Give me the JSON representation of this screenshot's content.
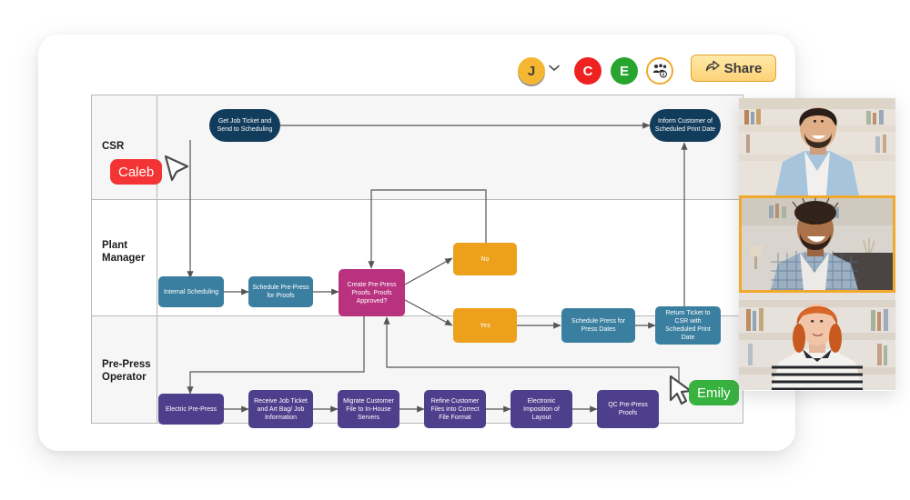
{
  "toolbar": {
    "avatars": [
      {
        "initial": "J",
        "name": "avatar-j",
        "color": "#f5b731"
      },
      {
        "initial": "C",
        "name": "avatar-c",
        "color": "#ef2121"
      },
      {
        "initial": "E",
        "name": "avatar-e",
        "color": "#28a52e"
      }
    ],
    "chevron": "⌄",
    "participants_icon": "participants-icon",
    "share_label": "Share",
    "share_icon": "share-icon"
  },
  "flowchart": {
    "lanes": [
      {
        "id": "csr",
        "label": "CSR"
      },
      {
        "id": "plant",
        "label": "Plant\nManager",
        "line1": "Plant",
        "line2": "Manager"
      },
      {
        "id": "prepress",
        "label": "Pre-Press\nOperator",
        "line1": "Pre-Press",
        "line2": "Operator"
      }
    ],
    "nodes": {
      "get_job_ticket": "Get Job Ticket and Send to Scheduling",
      "inform_customer": "Inform Customer of Scheduled Print Date",
      "internal_scheduling": "Internal Scheduling",
      "schedule_prepress": "Schedule Pre-Press for Proofs",
      "create_proofs": "Create Pre-Press Proofs. Proofs Approved?",
      "no": "No",
      "yes": "Yes",
      "schedule_press": "Schedule Press for Press Dates",
      "return_ticket": "Return Ticket to CSR with Scheduled Print Date",
      "electric_prepress": "Electric Pre-Press",
      "receive_job_ticket": "Receive Job Ticket and Art Bag/ Job Information",
      "migrate_customer_file": "Migrate Customer File to In-House Servers",
      "refine_customer_files": "Refine Customer Files into Correct File Format",
      "electronic_imposition": "Electronic Imposition of Layout",
      "qc_proofs": "QC Pre-Press Proofs"
    },
    "colors": {
      "csr": "#123c5c",
      "blue": "#3a7fa0",
      "pink": "#b8327f",
      "orange": "#eda01b",
      "purple": "#4e3f8c",
      "connector": "#555555"
    }
  },
  "cursors": [
    {
      "name": "caleb",
      "label": "Caleb",
      "color": "#f43434"
    },
    {
      "name": "emily",
      "label": "Emily",
      "color": "#37b23f"
    }
  ],
  "video_panel": {
    "tiles": [
      {
        "name": "video-tile-1",
        "active": false
      },
      {
        "name": "video-tile-2",
        "active": true
      },
      {
        "name": "video-tile-3",
        "active": false
      }
    ],
    "active_border_color": "#f0a92c"
  }
}
